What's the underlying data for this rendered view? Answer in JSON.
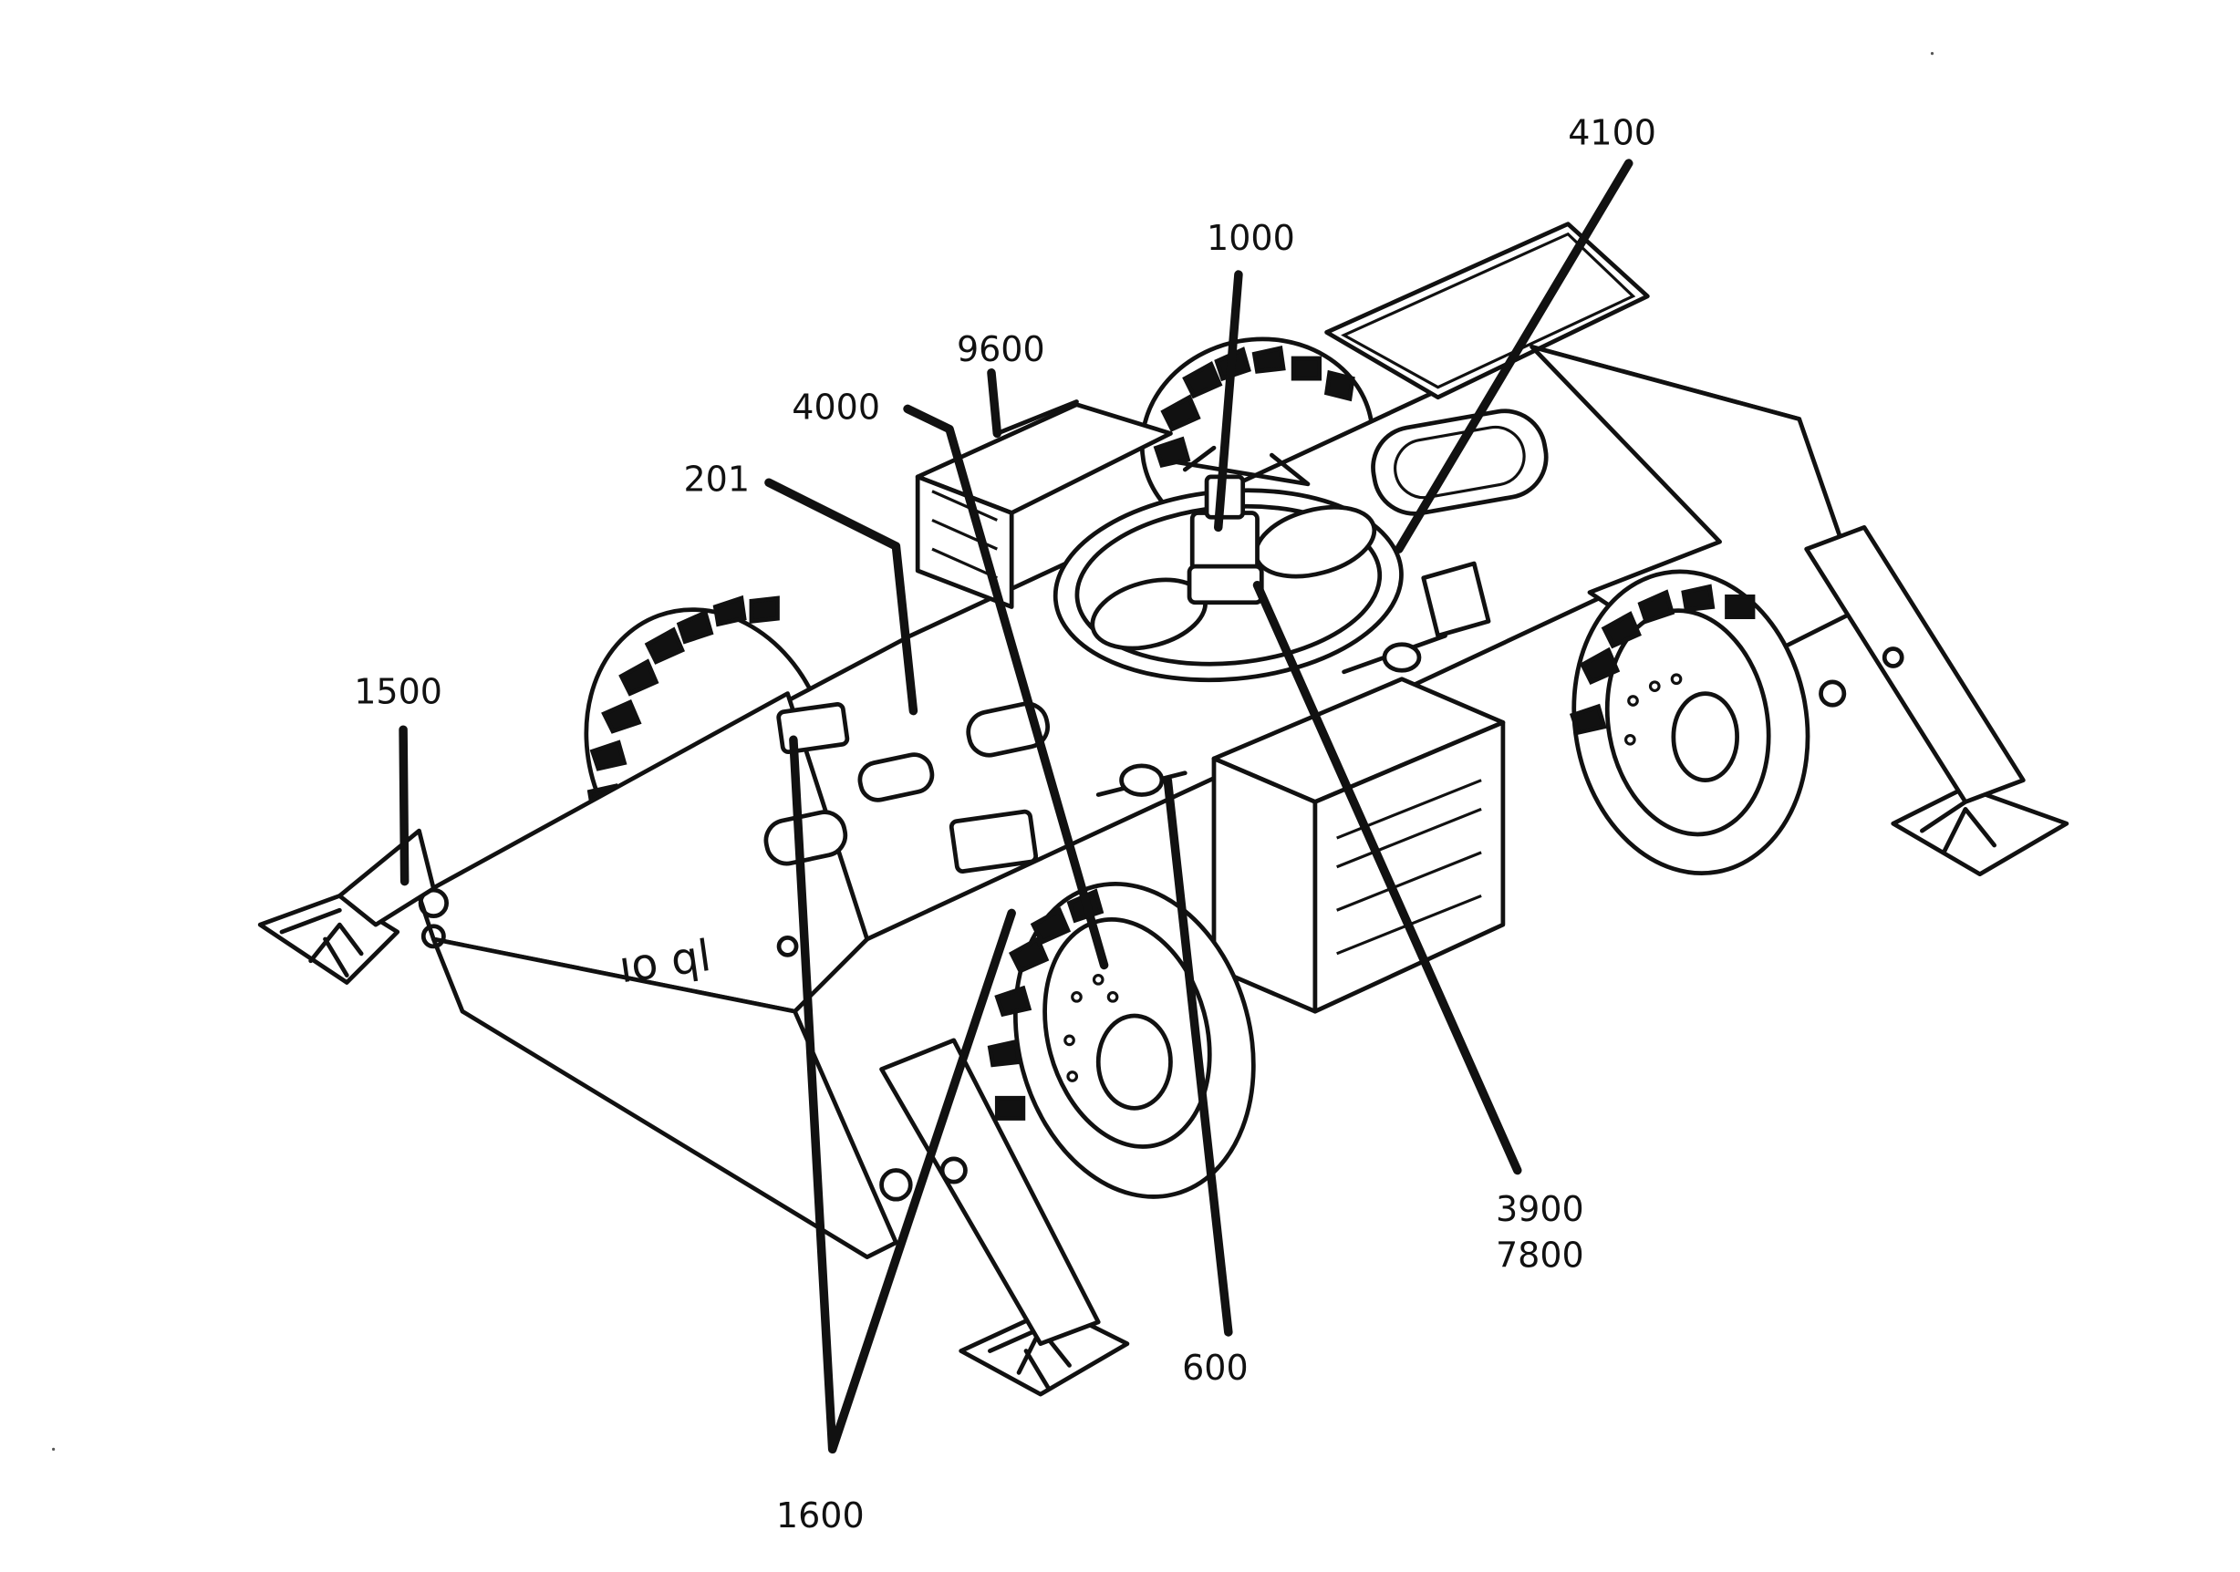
{
  "callouts": {
    "c4100": "4100",
    "c1000": "1000",
    "c9600": "9600",
    "c4000": "4000",
    "c201": "201",
    "c1500": "1500",
    "c3900": "3900",
    "c7800": "7800",
    "c600": "600",
    "c1600": "1600"
  },
  "decals": {
    "frame_marking": "ıo ql"
  }
}
